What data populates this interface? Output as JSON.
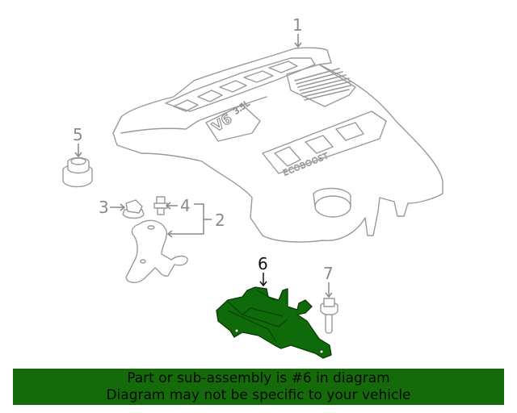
{
  "diagram": {
    "callouts": [
      {
        "id": "1",
        "label": "1",
        "part": "engine-cover"
      },
      {
        "id": "2",
        "label": "2",
        "part": "bracket-assembly"
      },
      {
        "id": "3",
        "label": "3",
        "part": "nut"
      },
      {
        "id": "4",
        "label": "4",
        "part": "stud"
      },
      {
        "id": "5",
        "label": "5",
        "part": "grommet"
      },
      {
        "id": "6",
        "label": "6",
        "part": "highlighted-bracket"
      },
      {
        "id": "7",
        "label": "7",
        "part": "bolt"
      }
    ],
    "cover_markings": {
      "displacement": "3.5L",
      "engine": "V6",
      "brand": "ECOBOOST"
    },
    "highlight_color": "#0f6a0a"
  },
  "banner": {
    "line1": "Part or sub-assembly is #6 in diagram",
    "line2": "Diagram may not be specific to your vehicle",
    "background": "#156a0a"
  }
}
